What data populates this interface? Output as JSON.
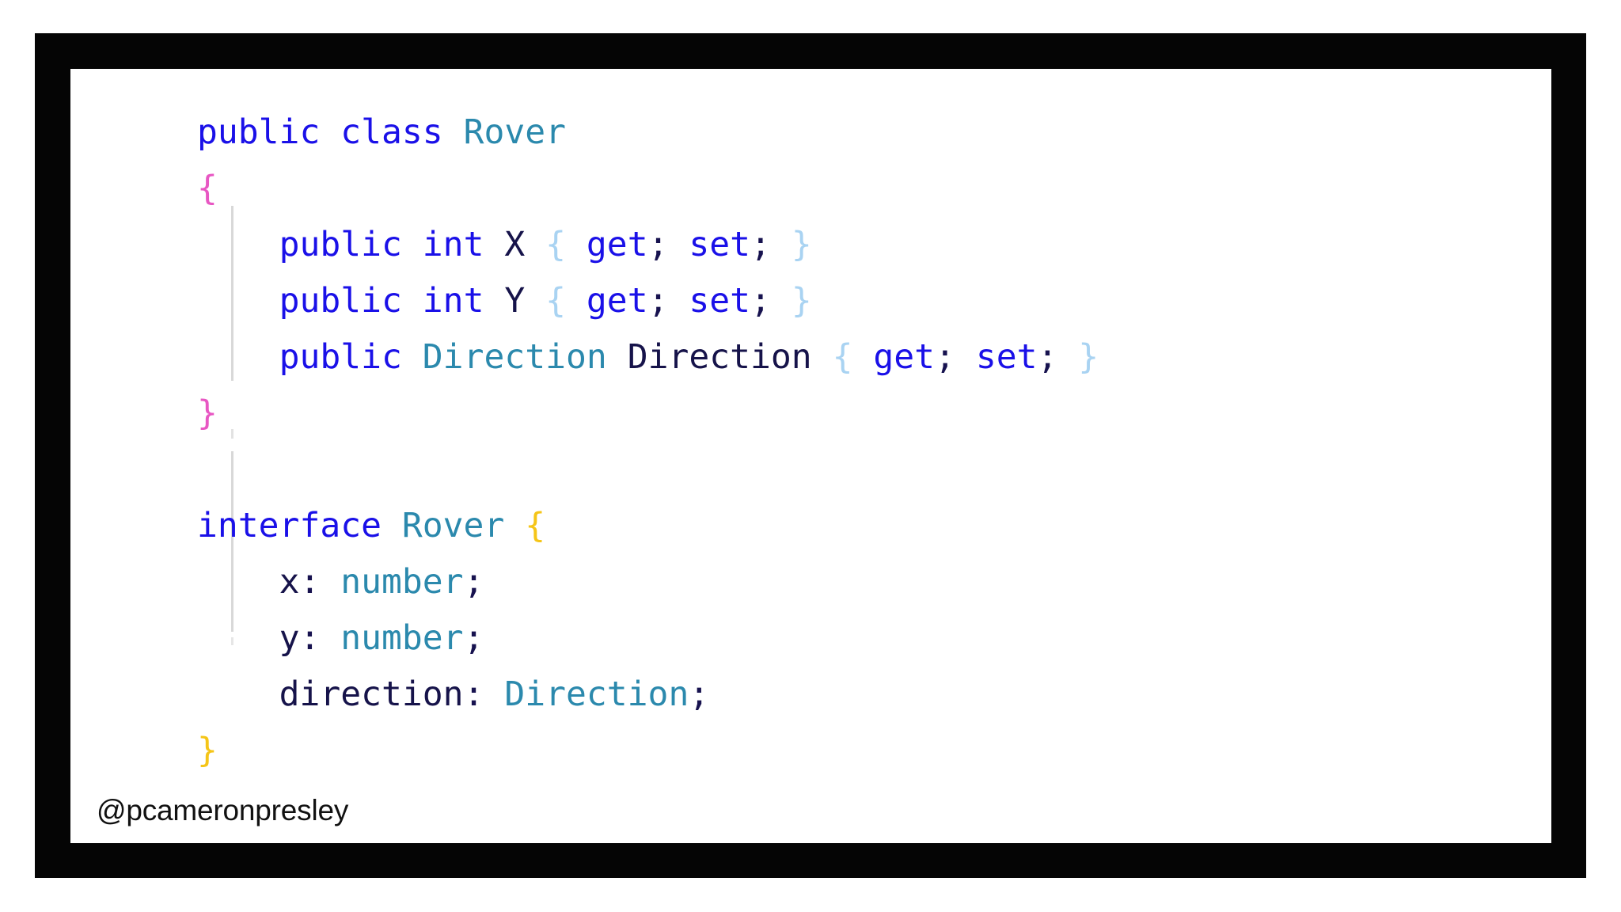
{
  "frame": {
    "border_color": "#050505",
    "canvas_color": "#ffffff"
  },
  "palette": {
    "keyword": "#1a10e8",
    "type": "#2b89ad",
    "identifier": "#16134a",
    "brace_pink": "#e857c3",
    "brace_lightblue": "#a9d3f2",
    "brace_yellow": "#f5c518",
    "watermark": "#111111",
    "indent_guide": "#d8d8d8"
  },
  "watermark": {
    "handle": "@pcameronpresley"
  },
  "code": {
    "language_top": "csharp",
    "language_bottom": "typescript",
    "lines": [
      {
        "id": "l1",
        "text": "public class Rover",
        "tokens": [
          {
            "t": "public",
            "c": "kw"
          },
          {
            "t": " ",
            "c": "sp"
          },
          {
            "t": "class",
            "c": "kw"
          },
          {
            "t": " ",
            "c": "sp"
          },
          {
            "t": "Rover",
            "c": "type"
          }
        ]
      },
      {
        "id": "l2",
        "text": "{",
        "tokens": [
          {
            "t": "{",
            "c": "brace-pk"
          }
        ]
      },
      {
        "id": "l3",
        "text": "    public int X { get; set; }",
        "tokens": [
          {
            "t": "    ",
            "c": "sp"
          },
          {
            "t": "public",
            "c": "kw"
          },
          {
            "t": " ",
            "c": "sp"
          },
          {
            "t": "int",
            "c": "kw"
          },
          {
            "t": " ",
            "c": "sp"
          },
          {
            "t": "X",
            "c": "ident"
          },
          {
            "t": " ",
            "c": "sp"
          },
          {
            "t": "{",
            "c": "brace-lb"
          },
          {
            "t": " ",
            "c": "sp"
          },
          {
            "t": "get",
            "c": "kw"
          },
          {
            "t": ";",
            "c": "punc"
          },
          {
            "t": " ",
            "c": "sp"
          },
          {
            "t": "set",
            "c": "kw"
          },
          {
            "t": ";",
            "c": "punc"
          },
          {
            "t": " ",
            "c": "sp"
          },
          {
            "t": "}",
            "c": "brace-lb"
          }
        ]
      },
      {
        "id": "l4",
        "text": "    public int Y { get; set; }",
        "tokens": [
          {
            "t": "    ",
            "c": "sp"
          },
          {
            "t": "public",
            "c": "kw"
          },
          {
            "t": " ",
            "c": "sp"
          },
          {
            "t": "int",
            "c": "kw"
          },
          {
            "t": " ",
            "c": "sp"
          },
          {
            "t": "Y",
            "c": "ident"
          },
          {
            "t": " ",
            "c": "sp"
          },
          {
            "t": "{",
            "c": "brace-lb"
          },
          {
            "t": " ",
            "c": "sp"
          },
          {
            "t": "get",
            "c": "kw"
          },
          {
            "t": ";",
            "c": "punc"
          },
          {
            "t": " ",
            "c": "sp"
          },
          {
            "t": "set",
            "c": "kw"
          },
          {
            "t": ";",
            "c": "punc"
          },
          {
            "t": " ",
            "c": "sp"
          },
          {
            "t": "}",
            "c": "brace-lb"
          }
        ]
      },
      {
        "id": "l5",
        "text": "    public Direction Direction { get; set; }",
        "tokens": [
          {
            "t": "    ",
            "c": "sp"
          },
          {
            "t": "public",
            "c": "kw"
          },
          {
            "t": " ",
            "c": "sp"
          },
          {
            "t": "Direction",
            "c": "type"
          },
          {
            "t": " ",
            "c": "sp"
          },
          {
            "t": "Direction",
            "c": "ident"
          },
          {
            "t": " ",
            "c": "sp"
          },
          {
            "t": "{",
            "c": "brace-lb"
          },
          {
            "t": " ",
            "c": "sp"
          },
          {
            "t": "get",
            "c": "kw"
          },
          {
            "t": ";",
            "c": "punc"
          },
          {
            "t": " ",
            "c": "sp"
          },
          {
            "t": "set",
            "c": "kw"
          },
          {
            "t": ";",
            "c": "punc"
          },
          {
            "t": " ",
            "c": "sp"
          },
          {
            "t": "}",
            "c": "brace-lb"
          }
        ]
      },
      {
        "id": "l6",
        "text": "}",
        "tokens": [
          {
            "t": "}",
            "c": "brace-pk"
          }
        ]
      },
      {
        "id": "l7",
        "text": "",
        "tokens": []
      },
      {
        "id": "l8",
        "text": "interface Rover {",
        "tokens": [
          {
            "t": "interface",
            "c": "kw"
          },
          {
            "t": " ",
            "c": "sp"
          },
          {
            "t": "Rover",
            "c": "type"
          },
          {
            "t": " ",
            "c": "sp"
          },
          {
            "t": "{",
            "c": "brace-yl"
          }
        ]
      },
      {
        "id": "l9",
        "text": "    x: number;",
        "tokens": [
          {
            "t": "    ",
            "c": "sp"
          },
          {
            "t": "x",
            "c": "ident"
          },
          {
            "t": ":",
            "c": "punc"
          },
          {
            "t": " ",
            "c": "sp"
          },
          {
            "t": "number",
            "c": "type"
          },
          {
            "t": ";",
            "c": "punc"
          }
        ]
      },
      {
        "id": "l10",
        "text": "    y: number;",
        "tokens": [
          {
            "t": "    ",
            "c": "sp"
          },
          {
            "t": "y",
            "c": "ident"
          },
          {
            "t": ":",
            "c": "punc"
          },
          {
            "t": " ",
            "c": "sp"
          },
          {
            "t": "number",
            "c": "type"
          },
          {
            "t": ";",
            "c": "punc"
          }
        ]
      },
      {
        "id": "l11",
        "text": "    direction: Direction;",
        "tokens": [
          {
            "t": "    ",
            "c": "sp"
          },
          {
            "t": "direction",
            "c": "ident"
          },
          {
            "t": ":",
            "c": "punc"
          },
          {
            "t": " ",
            "c": "sp"
          },
          {
            "t": "Direction",
            "c": "type"
          },
          {
            "t": ";",
            "c": "punc"
          }
        ]
      },
      {
        "id": "l12",
        "text": "}",
        "tokens": [
          {
            "t": "}",
            "c": "brace-yl"
          }
        ]
      }
    ]
  }
}
